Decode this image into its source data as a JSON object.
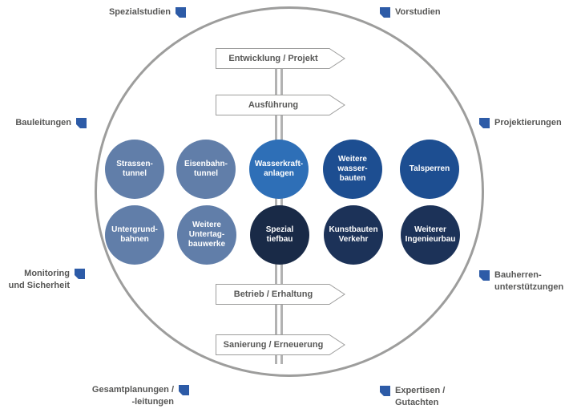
{
  "colors": {
    "circle_outline": "#9d9d9c",
    "axis_line": "#b2b2b2",
    "label_text": "#575756",
    "banner_border": "#9d9d9c",
    "banner_bg": "#ffffff",
    "flag": "#2d5ba7"
  },
  "phases": [
    {
      "label": "Entwicklung / Projekt"
    },
    {
      "label": "Ausführung"
    },
    {
      "label": "Betrieb / Erhaltung"
    },
    {
      "label": "Sanierung / Erneuerung"
    }
  ],
  "competencies": [
    {
      "label": "Strassen-\ntunnel",
      "color": "#617ea9"
    },
    {
      "label": "Eisenbahn-\ntunnel",
      "color": "#617ea9"
    },
    {
      "label": "Wasserkraft-\nanlagen",
      "color": "#2e6fb7"
    },
    {
      "label": "Weitere\nwasser-\nbauten",
      "color": "#1d4e91"
    },
    {
      "label": "Talsperren",
      "color": "#1d4e91"
    },
    {
      "label": "Untergrund-\nbahnen",
      "color": "#617ea9"
    },
    {
      "label": "Weitere\nUntertag-\nbauwerke",
      "color": "#617ea9"
    },
    {
      "label": "Spezial\ntiefbau",
      "color": "#192a47"
    },
    {
      "label": "Kunstbauten\nVerkehr",
      "color": "#1c3258"
    },
    {
      "label": "Weiterer\nIngenieurbau",
      "color": "#1c3258"
    }
  ],
  "services": [
    {
      "label": "Spezialstudien"
    },
    {
      "label": "Vorstudien"
    },
    {
      "label": "Bauleitungen"
    },
    {
      "label": "Projektierungen"
    },
    {
      "label": "Monitoring\nund Sicherheit"
    },
    {
      "label": "Bauherren-\nunterstützungen"
    },
    {
      "label": "Gesamtplanungen /\n-leitungen"
    },
    {
      "label": "Expertisen /\nGutachten"
    }
  ]
}
